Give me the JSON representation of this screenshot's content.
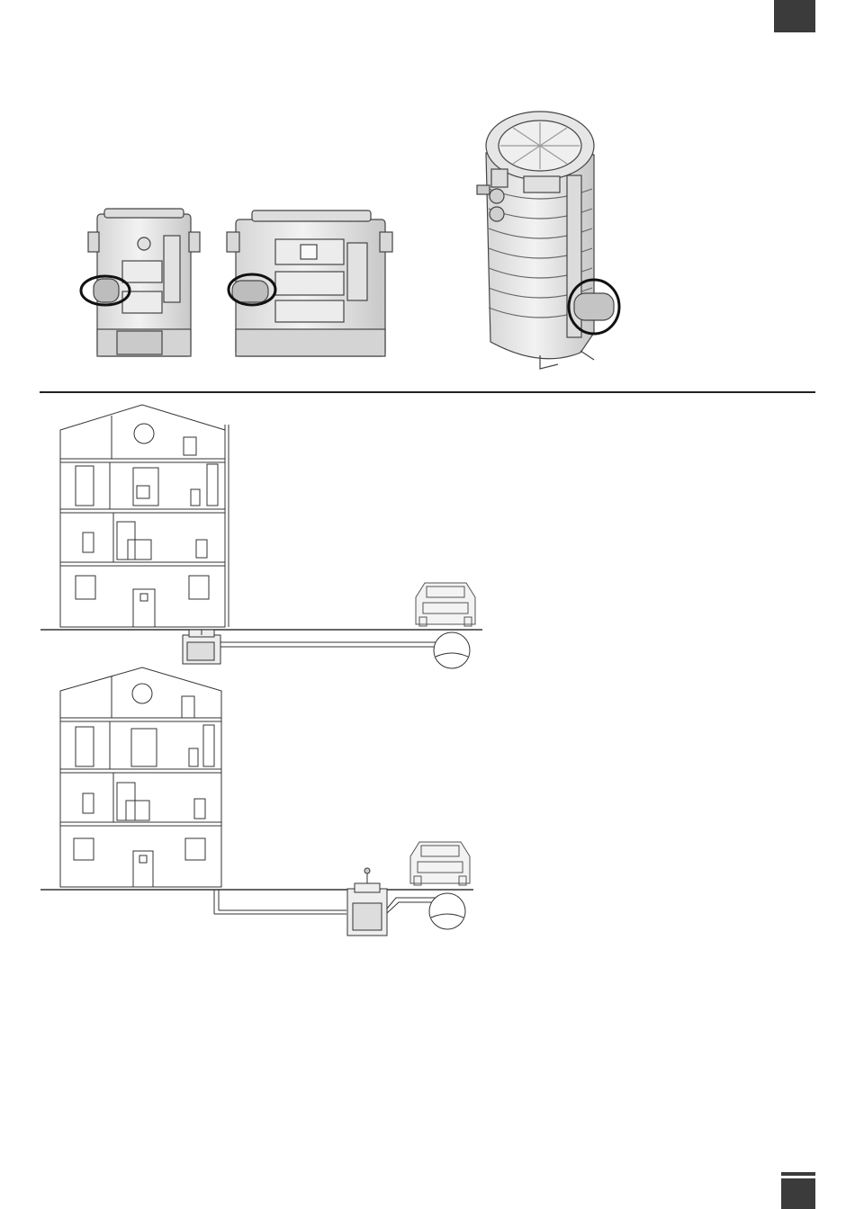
{
  "page": {
    "figures": [
      {
        "name": "tank-small-front"
      },
      {
        "name": "tank-medium-front"
      },
      {
        "name": "tank-tall-perspective"
      },
      {
        "name": "installation-under-house"
      },
      {
        "name": "installation-outside-house"
      }
    ],
    "colors": {
      "tab": "#3b3b3b",
      "line": "#222222",
      "tank_fill": "#e9e9e9",
      "tank_shade": "#cfcfcf",
      "highlight_ring": "#111111"
    }
  }
}
